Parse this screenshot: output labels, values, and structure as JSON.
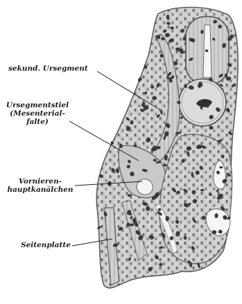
{
  "figure": {
    "labels": {
      "sekund_ursegment": "sekund. Ursegment",
      "ursegmentstiel_line1": "Ursegmentstiel",
      "ursegmentstiel_line2": "(Mesenterial-",
      "ursegmentstiel_line3": "falte)",
      "vornieren_line1": "Vornieren-",
      "vornieren_line2": "hauptkanälchen",
      "seitenplatte": "Seitenplatte"
    },
    "colors": {
      "ink": "#1c1c1c",
      "tissue": "#cfcfcf",
      "tissue_light": "#e2e2e2",
      "nucleus": "#3a3a3a"
    }
  }
}
